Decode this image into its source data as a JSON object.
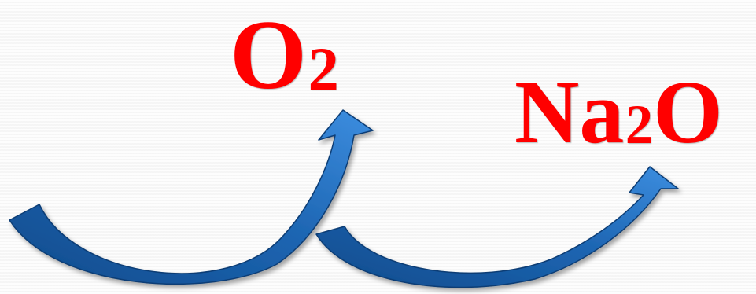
{
  "formulas": {
    "o2": {
      "base": "O",
      "sub": "2"
    },
    "na2o": {
      "base": "Na",
      "sub": "2",
      "tail": "O"
    }
  },
  "colors": {
    "formula_text": "#ff0000",
    "arrow_dark": "#0d4a8c",
    "arrow_mid": "#1e66b3",
    "arrow_light": "#3d8ee0",
    "background": "#f4f4f4"
  },
  "icons": [
    "curved-arrow-icon",
    "curved-arrow-icon"
  ]
}
